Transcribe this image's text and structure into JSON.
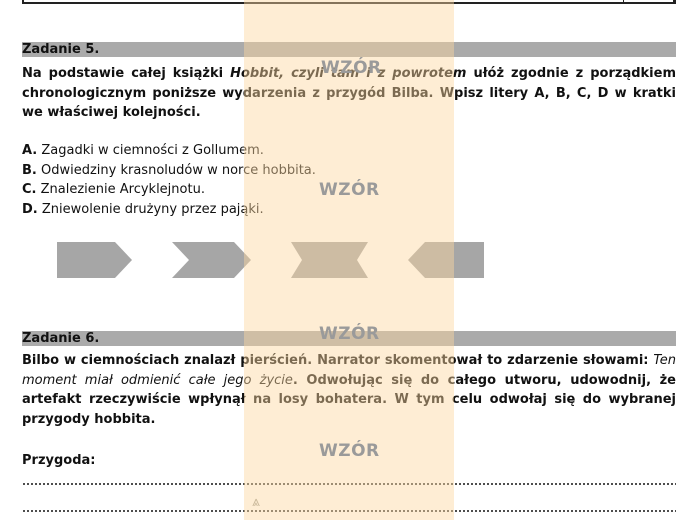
{
  "watermark": "WZÓR",
  "task5": {
    "header": "Zadanie 5.",
    "intro_a": "Na podstawie całej książki ",
    "intro_title": "Hobbit, czyli tam i z powrotem",
    "intro_b": " ułóż zgodnie z porządkiem chronologicznym poniższe wydarzenia z przygód Bilba. Wpisz litery A, B, C, D w kratki we właściwej kolejności.",
    "options": [
      {
        "letter": "A.",
        "text": " Zagadki w ciemności z Gollumem."
      },
      {
        "letter": "B.",
        "text": " Odwiedziny krasnoludów w norce hobbita."
      },
      {
        "letter": "C.",
        "text": " Znalezienie Arcyklejnotu."
      },
      {
        "letter": "D.",
        "text": " Zniewolenie drużyny przez pająki."
      }
    ]
  },
  "task6": {
    "header": "Zadanie 6.",
    "text_a": "Bilbo w ciemnościach znalazł pierścień. Narrator skomentował to zdarzenie słowami: ",
    "quote": "Ten moment miał odmienić całe jego życie",
    "text_b": ". Odwołując się do całego utworu, udowodnij, że artefakt rzeczywiście wpłynął na losy bohatera. W tym celu odwołaj się do wybranej przygody hobbita.",
    "field_label": "Przygoda:"
  },
  "colors": {
    "stripe": "#fdd6a0",
    "header_bar": "#aaaaaa",
    "arrow_fill": "#a6a6a6",
    "watermark": "#9a9a9a"
  }
}
